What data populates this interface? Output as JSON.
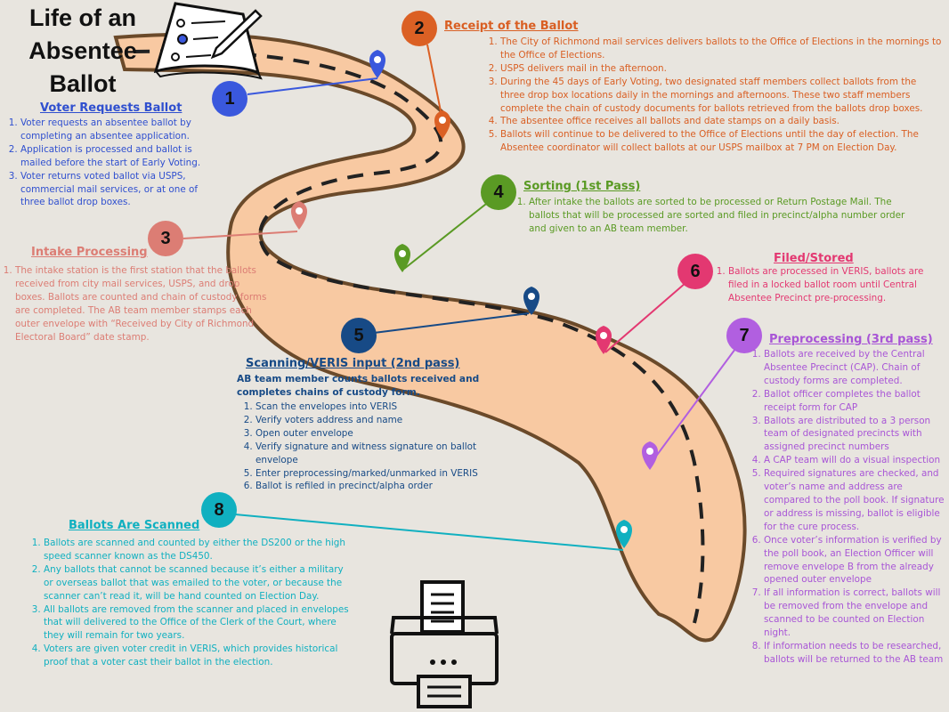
{
  "title": {
    "line1": "Life of an",
    "line2": "Absentee",
    "line3": "Ballot"
  },
  "colors": {
    "background": "#e8e5df",
    "road": "#f8c9a2",
    "road_edge": "#6b4a2a",
    "step1": "#3a58dd",
    "step2": "#db6024",
    "step3": "#dc7d74",
    "step4": "#5a9a24",
    "step5": "#174a86",
    "step6": "#e33871",
    "step7": "#b15fe0",
    "step8": "#10b0c0"
  },
  "icons": [
    "document-pen-icon",
    "map-pin-icon",
    "ballot-scanner-icon"
  ],
  "steps": [
    {
      "number": "1",
      "heading": "Voter Requests Ballot",
      "items": [
        "Voter requests an absentee ballot by completing an absentee application.",
        "Application is processed and ballot is mailed before the start of Early Voting.",
        "Voter returns voted ballot via USPS, commercial mail services, or at one of three ballot drop boxes."
      ]
    },
    {
      "number": "2",
      "heading": "Receipt of the Ballot",
      "items": [
        "The City of Richmond mail services delivers ballots to the Office of Elections in the mornings to the Office of Elections.",
        "USPS delivers mail in the afternoon.",
        "During the 45 days of Early Voting, two designated staff members collect ballots from the three drop box locations daily in the mornings and afternoons. These two staff members complete the chain of custody documents for ballots retrieved from the ballots drop boxes.",
        "The absentee office receives all ballots and date stamps on a daily basis.",
        "Ballots will continue to be delivered to the Office of Elections until the day of election. The Absentee coordinator will collect ballots at our USPS mailbox at 7 PM on Election Day."
      ]
    },
    {
      "number": "3",
      "heading": "Intake Processing",
      "items": [
        "The intake station is the first station that the ballots received from city mail services, USPS, and drop boxes. Ballots are counted and chain of custody forms are completed. The AB team member stamps each outer envelope with “Received by City of Richmond Electoral Board” date stamp."
      ]
    },
    {
      "number": "4",
      "heading": "Sorting (1st Pass)",
      "items": [
        "After intake the ballots are sorted to be processed or Return Postage Mail. The ballots that will be processed are sorted and filed in precinct/alpha number order and given to an AB team member."
      ]
    },
    {
      "number": "5",
      "heading": "Scanning/VERIS input (2nd pass)",
      "intro": "AB team member counts ballots received and completes chains of custody form.",
      "items": [
        "Scan the envelopes into VERIS",
        "Verify voters address and name",
        "Open outer envelope",
        "Verify signature and witness signature on ballot envelope",
        "Enter preprocessing/marked/unmarked in VERIS",
        "Ballot is refiled in precinct/alpha order"
      ]
    },
    {
      "number": "6",
      "heading": "Filed/Stored",
      "items": [
        "Ballots are processed in VERIS, ballots are filed in a locked ballot room until Central Absentee Precinct pre-processing."
      ]
    },
    {
      "number": "7",
      "heading": "Preprocessing (3rd pass)",
      "items": [
        "Ballots are received by the Central Absentee Precinct (CAP). Chain of custody forms are completed.",
        "Ballot officer completes the ballot receipt form for CAP",
        "Ballots are distributed to a 3 person team of designated precincts with assigned precinct numbers",
        "A CAP team will do a visual inspection",
        "Required signatures are checked, and voter’s name and address are compared to the poll book. If signature or address is missing, ballot is eligible for the cure process.",
        "Once voter’s information is verified by the poll book, an Election Officer will remove envelope B from the already opened outer envelope",
        "If all information is correct, ballots will be removed from the envelope and scanned to be counted on Election night.",
        "If information needs to be researched, ballots will be returned to the AB team"
      ]
    },
    {
      "number": "8",
      "heading": "Ballots Are Scanned",
      "items": [
        "Ballots are scanned and counted by either the DS200 or the high speed scanner known as the DS450.",
        "Any ballots that cannot be scanned because it’s either a military or overseas ballot that was emailed to the voter, or because the scanner can’t read it, will be hand counted on Election Day.",
        "All ballots are removed from the scanner and placed in envelopes that will delivered to the Office of the Clerk of the Court, where they will remain for two years.",
        "Voters are given voter credit in VERIS, which provides historical proof that a voter cast their ballot in the election."
      ]
    }
  ]
}
